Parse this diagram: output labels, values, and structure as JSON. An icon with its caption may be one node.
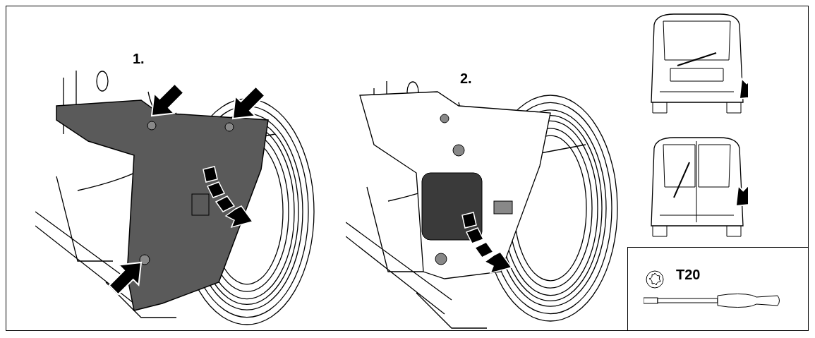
{
  "diagram": {
    "labels": [
      "1.",
      "2.",
      "T20"
    ]
  }
}
